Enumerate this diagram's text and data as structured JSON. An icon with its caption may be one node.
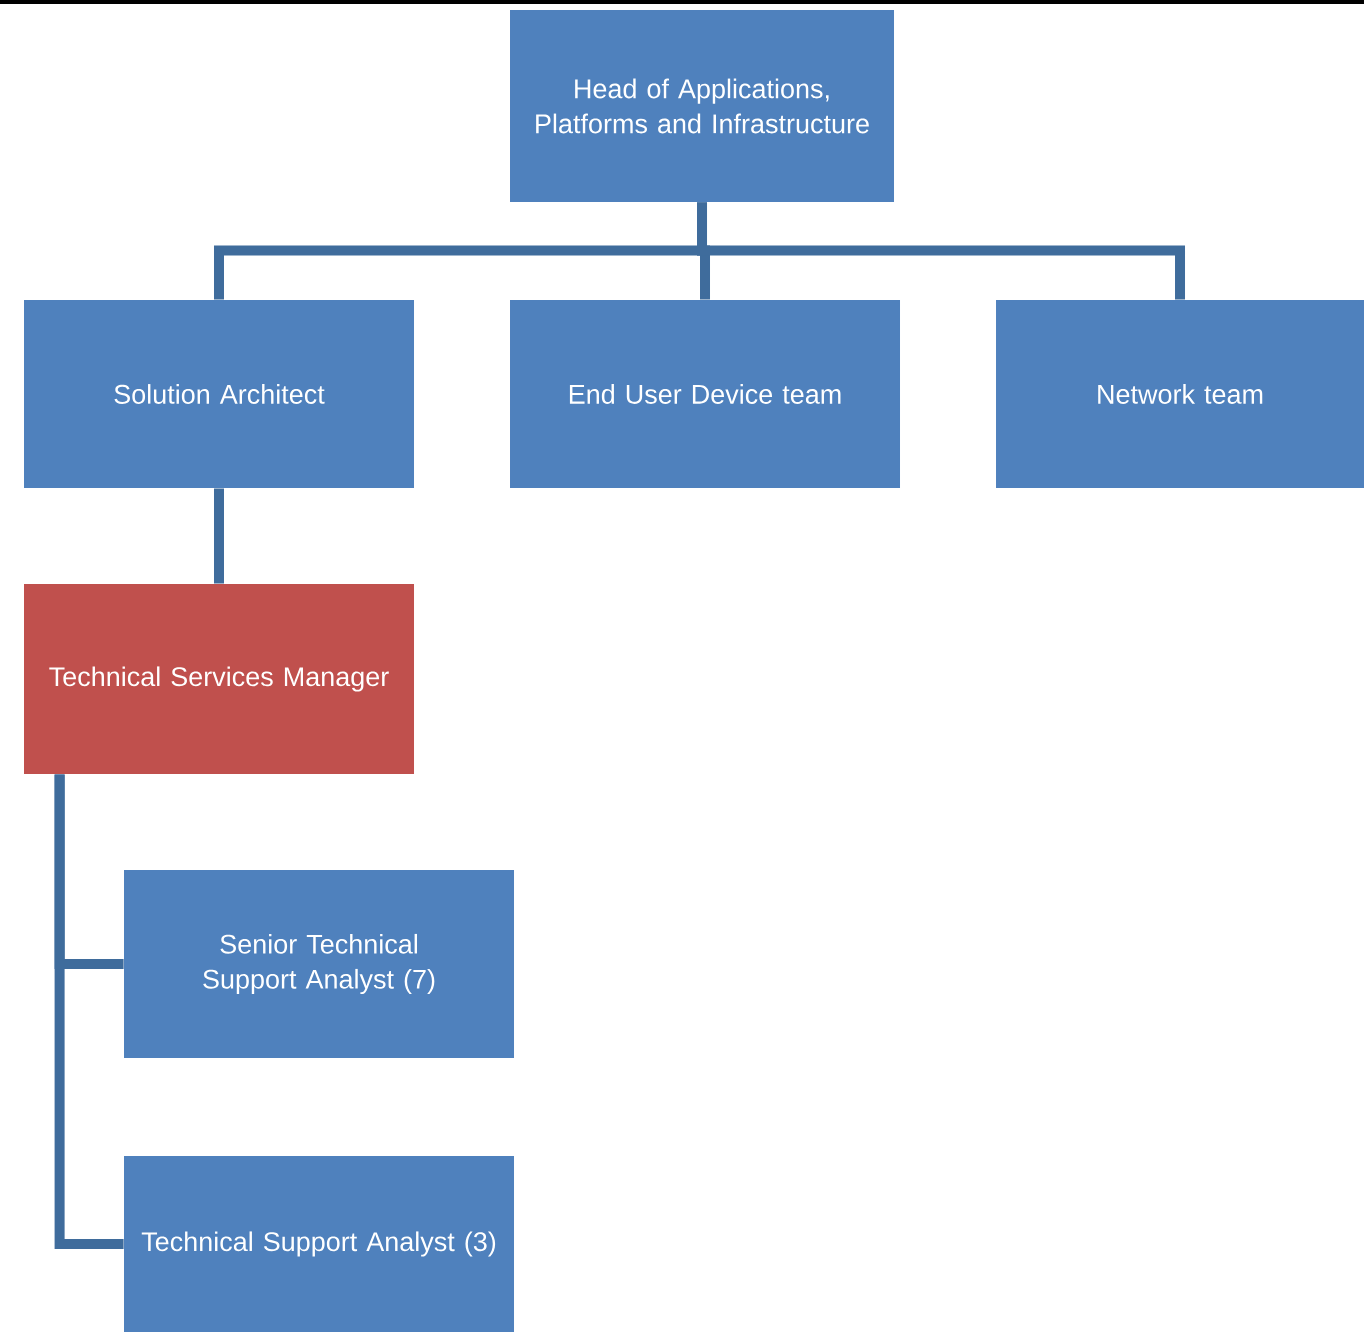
{
  "diagram": {
    "nodes": [
      {
        "text": [
          "Head of Applications, Platforms and Infrastructure"
        ]
      },
      {
        "text": [
          "Solution Architect"
        ]
      },
      {
        "text": [
          "End User Device team"
        ]
      },
      {
        "text": [
          "Network team"
        ]
      },
      {
        "text": [
          "Technical Services Manager"
        ]
      },
      {
        "text": [
          "Senior Technical Support Analyst (7)"
        ]
      },
      {
        "text": [
          "Technical Support Analyst (3)"
        ]
      }
    ],
    "edges": [
      {
        "from": 0,
        "to": 1,
        "arrow": "none"
      },
      {
        "from": 0,
        "to": 2,
        "arrow": "none"
      },
      {
        "from": 0,
        "to": 3,
        "arrow": "none"
      },
      {
        "from": 1,
        "to": 4,
        "arrow": "none"
      },
      {
        "from": 4,
        "to": 5,
        "arrow": "none"
      },
      {
        "from": 4,
        "to": 6,
        "arrow": "none"
      }
    ]
  }
}
